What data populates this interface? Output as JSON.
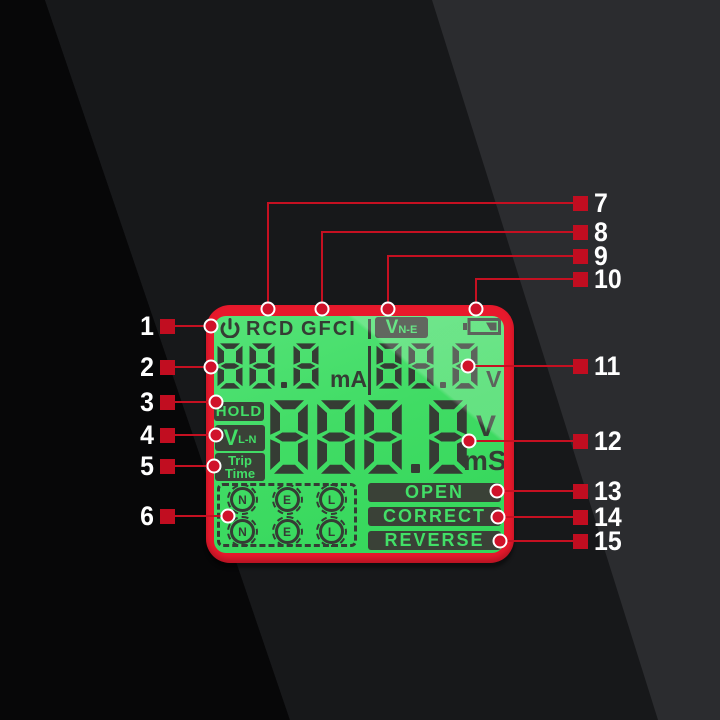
{
  "lcd": {
    "status": {
      "power_icon": "power-standby",
      "rcd": "RCD",
      "gfci": "GFCI",
      "vne": {
        "v": "V",
        "sub": "N-E"
      },
      "battery_icon": "battery-low"
    },
    "left_display": {
      "digits": "88.8",
      "unit": "mA"
    },
    "right_display": {
      "digits": "88.8",
      "unit": "V"
    },
    "hold": "HOLD",
    "vln": {
      "v": "V",
      "sub": "L-N"
    },
    "trip": {
      "line1": "Trip",
      "line2": "Time"
    },
    "main_display": {
      "digits": "888.8",
      "unit_top": "V",
      "unit_bottom": "mS"
    },
    "terminals": {
      "rows": [
        [
          "N",
          "E",
          "L"
        ],
        [
          "N",
          "E",
          "L"
        ]
      ]
    },
    "wiring": [
      "OPEN",
      "CORRECT",
      "REVERSE"
    ],
    "colors": {
      "frame_red": "#e8192c",
      "lcd_green": "#41dc65",
      "ink": "#353c34",
      "badge_text_green": "#42df67"
    }
  },
  "callouts": {
    "labels": [
      "1",
      "2",
      "3",
      "4",
      "5",
      "6",
      "7",
      "8",
      "9",
      "10",
      "11",
      "12",
      "13",
      "14",
      "15"
    ],
    "marker_color": "#c10d20",
    "line_color": "#c51021",
    "dot_color": "#d0122a",
    "number_color": "#ffffff"
  }
}
